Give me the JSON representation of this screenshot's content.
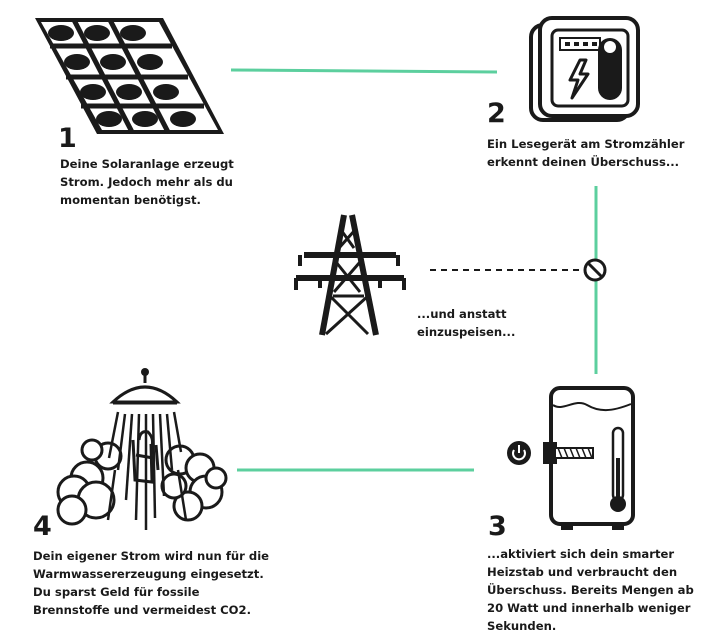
{
  "colors": {
    "connector": "#5ccf9e",
    "ink": "#1a1a1a",
    "background": "#ffffff"
  },
  "icons": [
    "solar-panel-icon",
    "electric-meter-icon",
    "power-tower-icon",
    "blocked-icon",
    "water-heater-icon",
    "shower-icon"
  ],
  "steps": [
    {
      "number": "1",
      "text": "Deine Solaranlage erzeugt\nStrom. Jedoch mehr als du\nmomentan benötigst."
    },
    {
      "number": "2",
      "text": "Ein Lesegerät am Stromzähler\nerkennt deinen Überschuss..."
    },
    {
      "number": "3",
      "text": "...aktiviert sich dein smarter\nHeizstab und verbraucht den\nÜberschuss. Bereits Mengen ab\n20 Watt und innerhalb weniger\nSekunden."
    },
    {
      "number": "4",
      "text": "Dein eigener Strom wird nun für die\nWarmwassererzeugung eingesetzt.\nDu sparst Geld für fossile\nBrennstoffe und vermeidest CO2."
    }
  ],
  "grid_note": "...und anstatt\neinzuspeisen..."
}
